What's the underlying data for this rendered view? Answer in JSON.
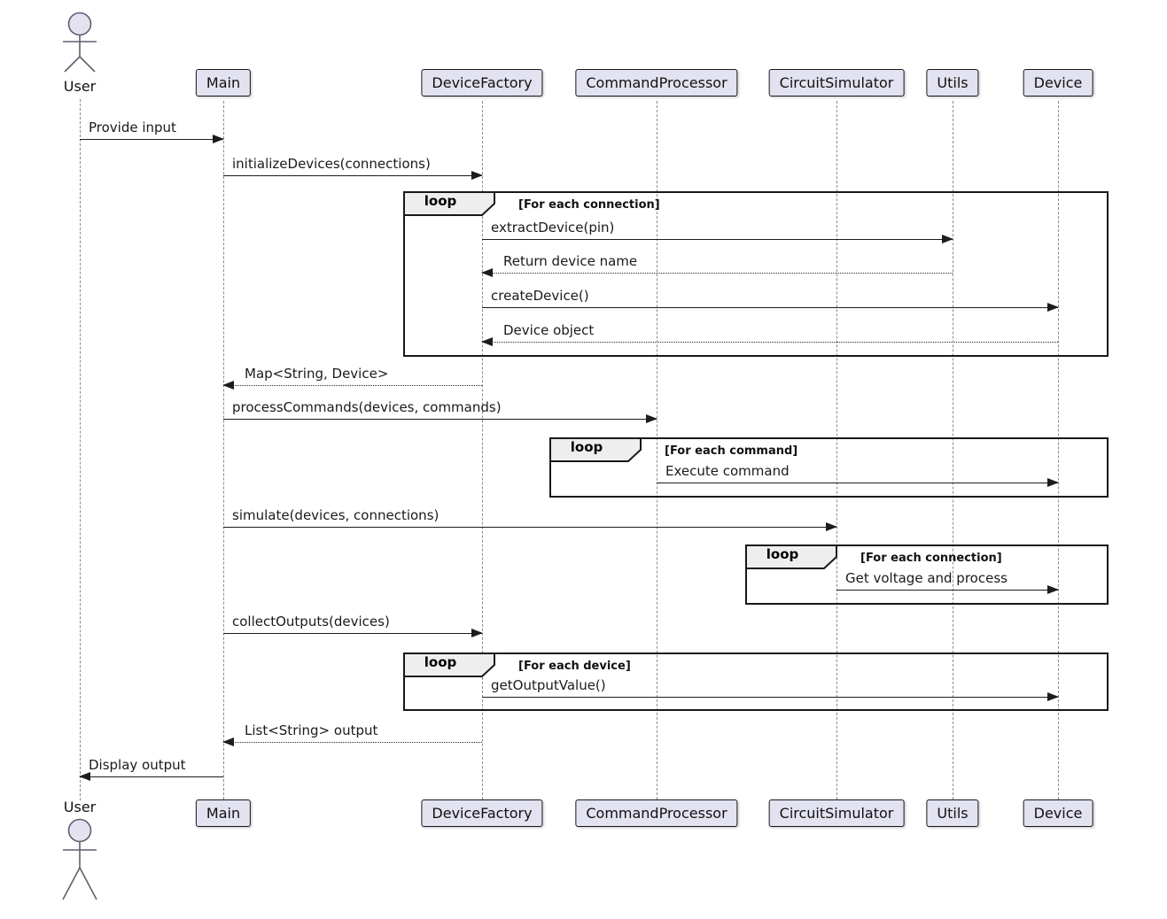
{
  "actor": {
    "label": "User"
  },
  "participants": [
    {
      "name": "Main"
    },
    {
      "name": "DeviceFactory"
    },
    {
      "name": "CommandProcessor"
    },
    {
      "name": "CircuitSimulator"
    },
    {
      "name": "Utils"
    },
    {
      "name": "Device"
    }
  ],
  "loops": [
    {
      "label": "loop",
      "condition": "[For each connection]"
    },
    {
      "label": "loop",
      "condition": "[For each command]"
    },
    {
      "label": "loop",
      "condition": "[For each connection]"
    },
    {
      "label": "loop",
      "condition": "[For each device]"
    }
  ],
  "messages": [
    {
      "text": "Provide input"
    },
    {
      "text": "initializeDevices(connections)"
    },
    {
      "text": "extractDevice(pin)"
    },
    {
      "text": "Return device name"
    },
    {
      "text": "createDevice()"
    },
    {
      "text": "Device object"
    },
    {
      "text": "Map<String, Device>"
    },
    {
      "text": "processCommands(devices, commands)"
    },
    {
      "text": "Execute command"
    },
    {
      "text": "simulate(devices, connections)"
    },
    {
      "text": "Get voltage and process"
    },
    {
      "text": "collectOutputs(devices)"
    },
    {
      "text": "getOutputValue()"
    },
    {
      "text": "List<String> output"
    },
    {
      "text": "Display output"
    }
  ],
  "colors": {
    "participant_fill": "#E2E2F0",
    "border": "#181818",
    "frame_tab_fill": "#EEEEEE",
    "lifeline": "#8B8B8B",
    "background": "#FFFFFF"
  }
}
